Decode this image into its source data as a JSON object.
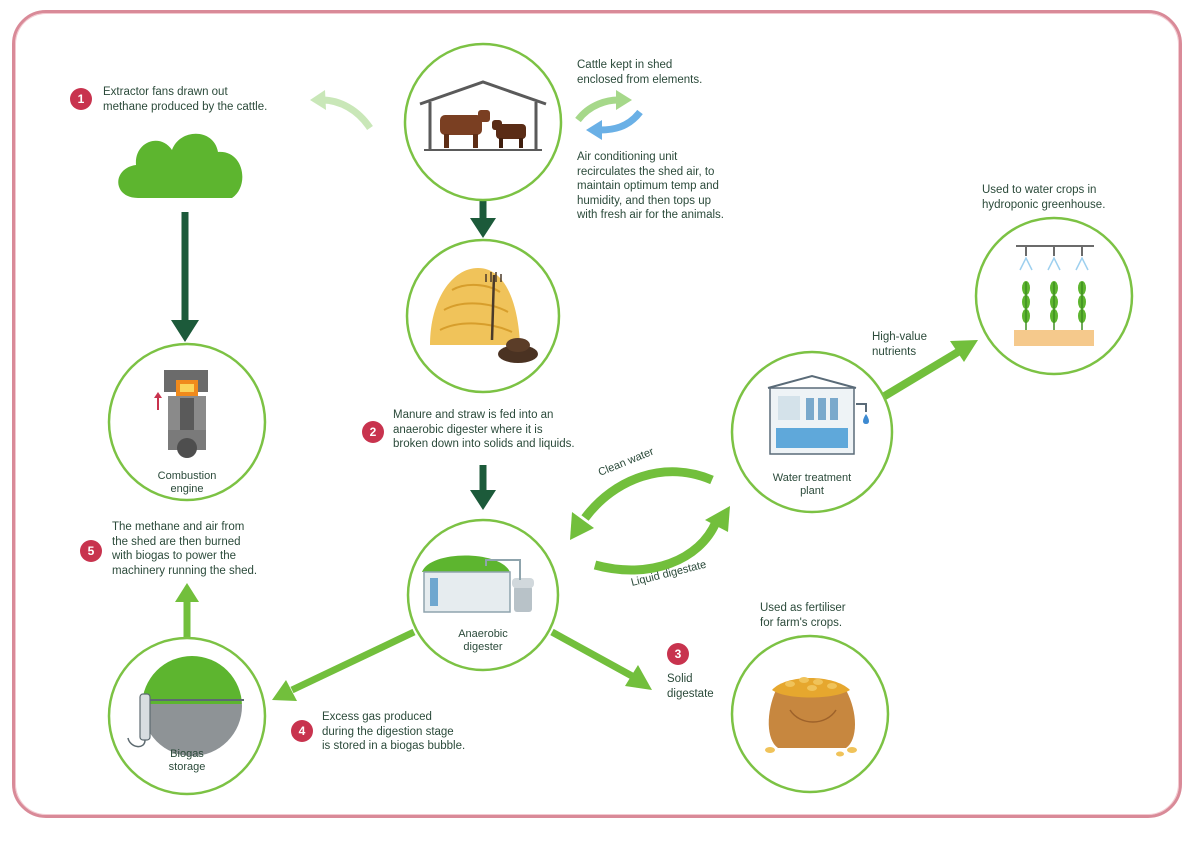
{
  "colors": {
    "frame": "#d98a98",
    "circle_stroke": "#7cc244",
    "arrow_dark": "#1c5a3a",
    "arrow_light": "#72bf3c",
    "badge": "#c8334e",
    "gas_green": "#5db52f",
    "gas_grey": "#8e9396"
  },
  "nodes": {
    "shed": {
      "icon": "cattle-shed-icon"
    },
    "hay": {
      "icon": "hay-and-manure-icon"
    },
    "engine": {
      "icon": "combustion-engine-icon",
      "label": "Combustion\nengine"
    },
    "digester": {
      "icon": "anaerobic-digester-icon",
      "label": "Anaerobic\ndigester"
    },
    "water_plant": {
      "icon": "water-treatment-icon",
      "label": "Water treatment\nplant"
    },
    "greenhouse": {
      "icon": "hydroponic-greenhouse-icon"
    },
    "biogas": {
      "icon": "biogas-bubble-icon",
      "label": "Biogas\nstorage"
    },
    "fertiliser": {
      "icon": "grain-sack-icon"
    }
  },
  "steps": [
    {
      "number": "1",
      "text": "Extractor fans drawn out\nmethane produced by the cattle."
    },
    {
      "number": "2",
      "text": "Manure and straw is fed into an\nanaerobic digester where it is\nbroken down into solids and liquids."
    },
    {
      "number": "3",
      "text": "Solid\ndigestate"
    },
    {
      "number": "4",
      "text": "Excess gas produced\nduring the digestion stage\nis stored in a biogas bubble."
    },
    {
      "number": "5",
      "text": "The methane and air from\nthe shed are then burned\nwith biogas to power the\nmachinery running the shed."
    }
  ],
  "notes": {
    "cattle": "Cattle kept in shed\nenclosed from elements.",
    "air_conditioning": "Air conditioning unit\nrecirculates the shed air, to\nmaintain optimum temp and\nhumidity, and then tops up\nwith fresh air for the animals.",
    "greenhouse": "Used to water crops in\nhydroponic greenhouse.",
    "nutrients": "High-value\nnutrients",
    "fertiliser": "Used as fertiliser\nfor farm's crops.",
    "clean_water": "Clean water",
    "liquid_digestate": "Liquid digestate"
  }
}
